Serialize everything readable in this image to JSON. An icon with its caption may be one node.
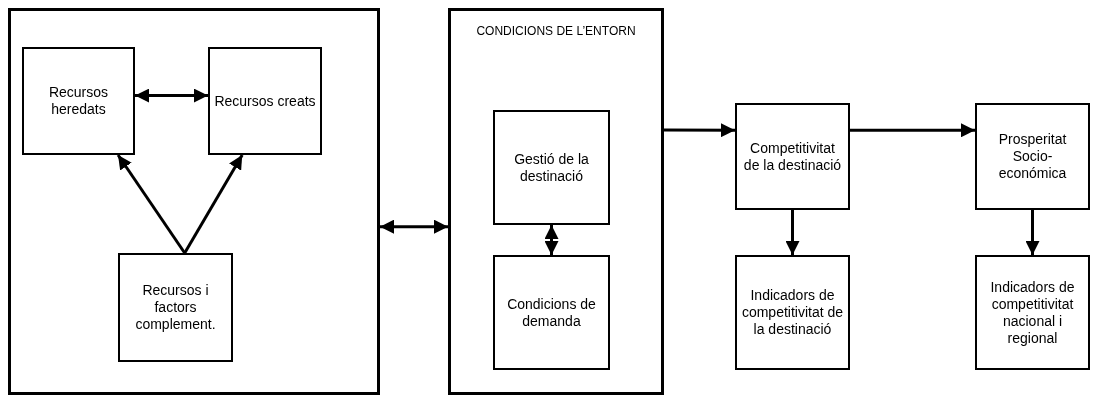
{
  "diagram": {
    "nodes": [
      {
        "text": [],
        "shape": "box"
      },
      {
        "text": [
          "Recursos heredats"
        ],
        "in": 0
      },
      {
        "text": [
          "Recursos creats"
        ],
        "in": 0
      },
      {
        "text": [
          "Recursos i factors complement."
        ],
        "in": 0
      },
      {
        "text": [
          "CONDICIONS DE L’ENTORN"
        ]
      },
      {
        "text": [
          "Gestió de la destinació"
        ],
        "in": 4
      },
      {
        "text": [
          "Condicions de demanda"
        ],
        "in": 4
      },
      {
        "text": [
          "Competitivitat de la destinació"
        ]
      },
      {
        "text": [
          "Prosperitat Socio-económica"
        ]
      },
      {
        "text": [
          "Indicadors de competitivitat de la destinació"
        ]
      },
      {
        "text": [
          "Indicadors de competitivitat nacional i regional"
        ]
      }
    ],
    "edges": [
      {
        "from": 1,
        "to": 2,
        "arrow": "both"
      },
      {
        "from": 3,
        "to": 1,
        "arrow": "to"
      },
      {
        "from": 3,
        "to": 2,
        "arrow": "to"
      },
      {
        "from": 0,
        "to": 4,
        "arrow": "both"
      },
      {
        "from": 5,
        "to": 6,
        "arrow": "both"
      },
      {
        "from": 4,
        "to": 7,
        "arrow": "to"
      },
      {
        "from": 7,
        "to": 8,
        "arrow": "to"
      },
      {
        "from": 7,
        "to": 9,
        "arrow": "to"
      },
      {
        "from": 8,
        "to": 10,
        "arrow": "to"
      }
    ]
  }
}
